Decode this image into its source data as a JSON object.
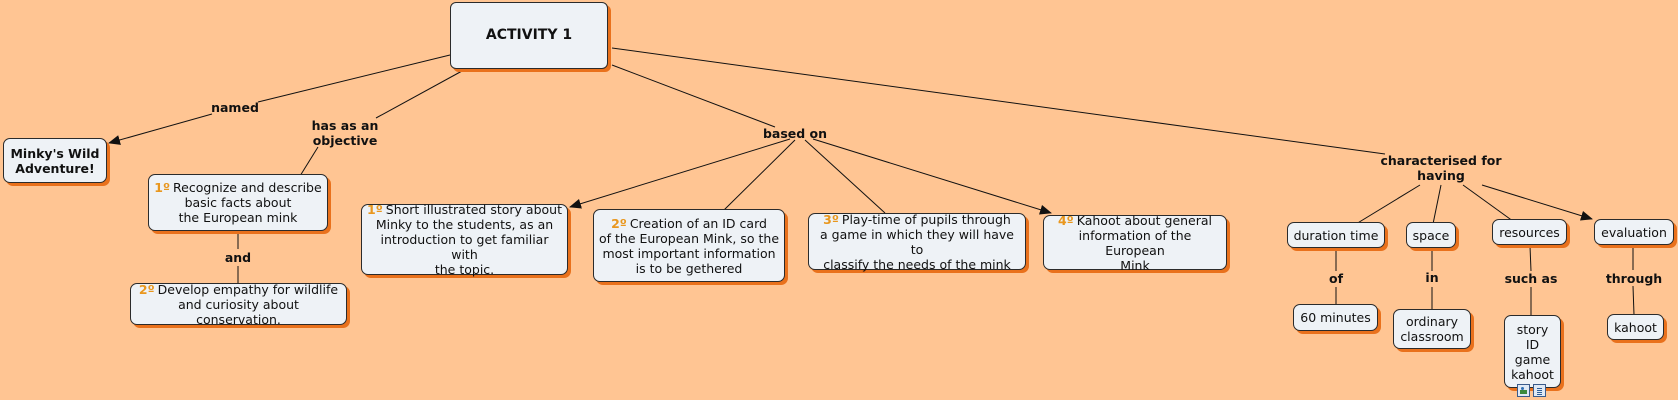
{
  "root": {
    "label": "ACTIVITY 1"
  },
  "name_node": {
    "label": "Minky's Wild\nAdventure!"
  },
  "objectives": [
    {
      "num": "1º",
      "text": "Recognize and describe\nbasic facts about\nthe European mink"
    },
    {
      "num": "2º",
      "text": "Develop empathy for wildlife\nand curiosity about conservation."
    }
  ],
  "steps": [
    {
      "num": "1º",
      "text": "Short illustrated story about\nMinky to the students, as an\nintroduction to get familiar with\nthe topic."
    },
    {
      "num": "2º",
      "text": "Creation of an ID card\nof the European Mink, so the\nmost important information\nis to be gethered"
    },
    {
      "num": "3º",
      "text": "Play-time of pupils through\na game in which they will have to\nclassify the needs of the mink"
    },
    {
      "num": "4º",
      "text": "Kahoot about general\ninformation of the European\nMink"
    }
  ],
  "characteristics": {
    "duration": {
      "label": "duration time",
      "link": "of",
      "value": "60 minutes"
    },
    "space": {
      "label": "space",
      "link": "in",
      "value": "ordinary\nclassroom"
    },
    "resources": {
      "label": "resources",
      "link": "such as",
      "value": "story\nID\ngame\nkahoot"
    },
    "evaluation": {
      "label": "evaluation",
      "link": "through",
      "value": "kahoot"
    }
  },
  "links": {
    "named": "named",
    "objective": "has as an\nobjective",
    "and": "and",
    "based_on": "based on",
    "characterised": "characterised for\nhaving"
  },
  "attachment_icons": [
    "image-icon",
    "document-icon"
  ],
  "colors": {
    "background": "#ffc593",
    "node_fill": "#eef2f6",
    "node_shadow": "#e9711c",
    "number_accent": "#e9971e"
  }
}
